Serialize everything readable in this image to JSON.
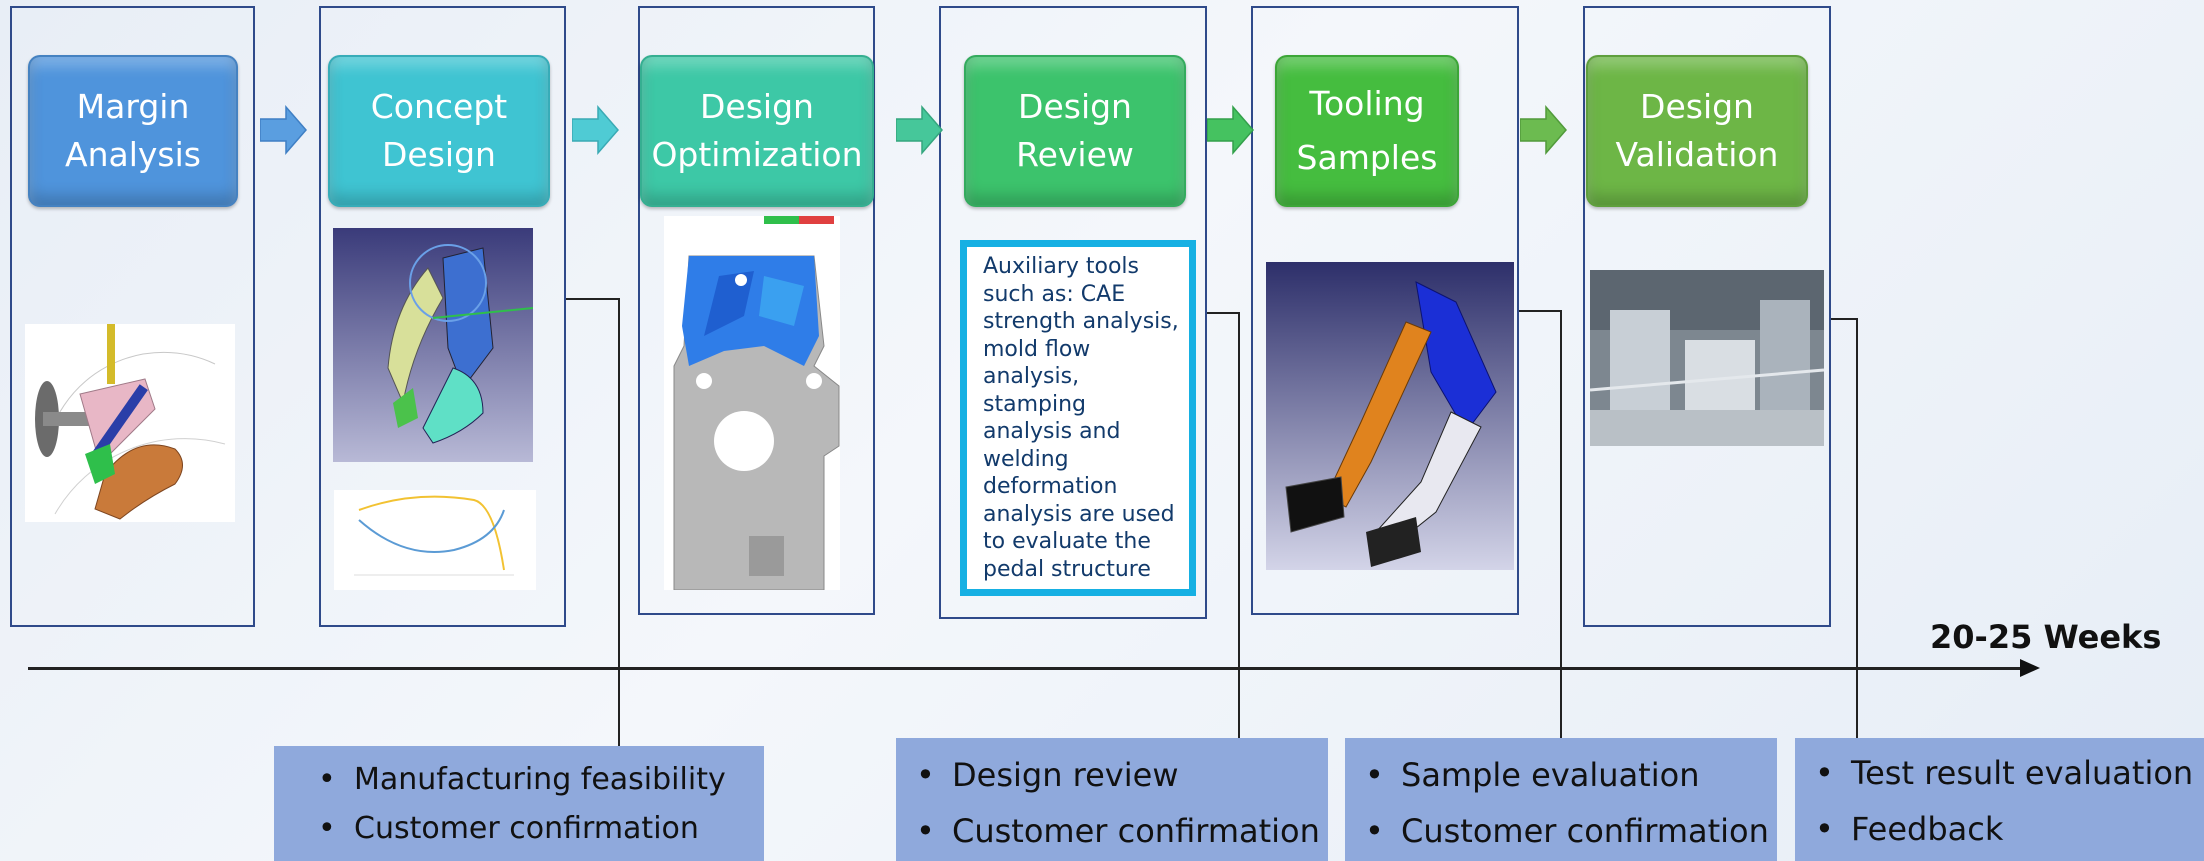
{
  "stages": [
    {
      "line1": "Margin",
      "line2": "Analysis",
      "color": "#4f94dc"
    },
    {
      "line1": "Concept",
      "line2": "Design",
      "color": "#3fc4d2"
    },
    {
      "line1": "Design",
      "line2": "Optimization",
      "color": "#3dc8a6"
    },
    {
      "line1": "Design",
      "line2": "Review",
      "color": "#3cc36c"
    },
    {
      "line1": "Tooling",
      "line2": "Samples",
      "color": "#45bd3f"
    },
    {
      "line1": "Design",
      "line2": "Validation",
      "color": "#6db646"
    }
  ],
  "auxiliary_note": "Auxiliary tools such as: CAE strength analysis, mold flow analysis, stamping analysis and welding deformation analysis are used to evaluate the pedal structure",
  "timeline": {
    "label": "20-25 Weeks"
  },
  "milestones": [
    {
      "items": [
        "Manufacturing  feasibility",
        "Customer confirmation"
      ]
    },
    {
      "items": [
        "Design review",
        "Customer confirmation"
      ]
    },
    {
      "items": [
        "Sample evaluation",
        "Customer confirmation"
      ]
    },
    {
      "items": [
        "Test result evaluation",
        "Feedback"
      ]
    }
  ],
  "colors": {
    "frame": "#2f4a8a",
    "milestone_box": "#8fa9dc",
    "aux_border": "#16b0e3"
  }
}
